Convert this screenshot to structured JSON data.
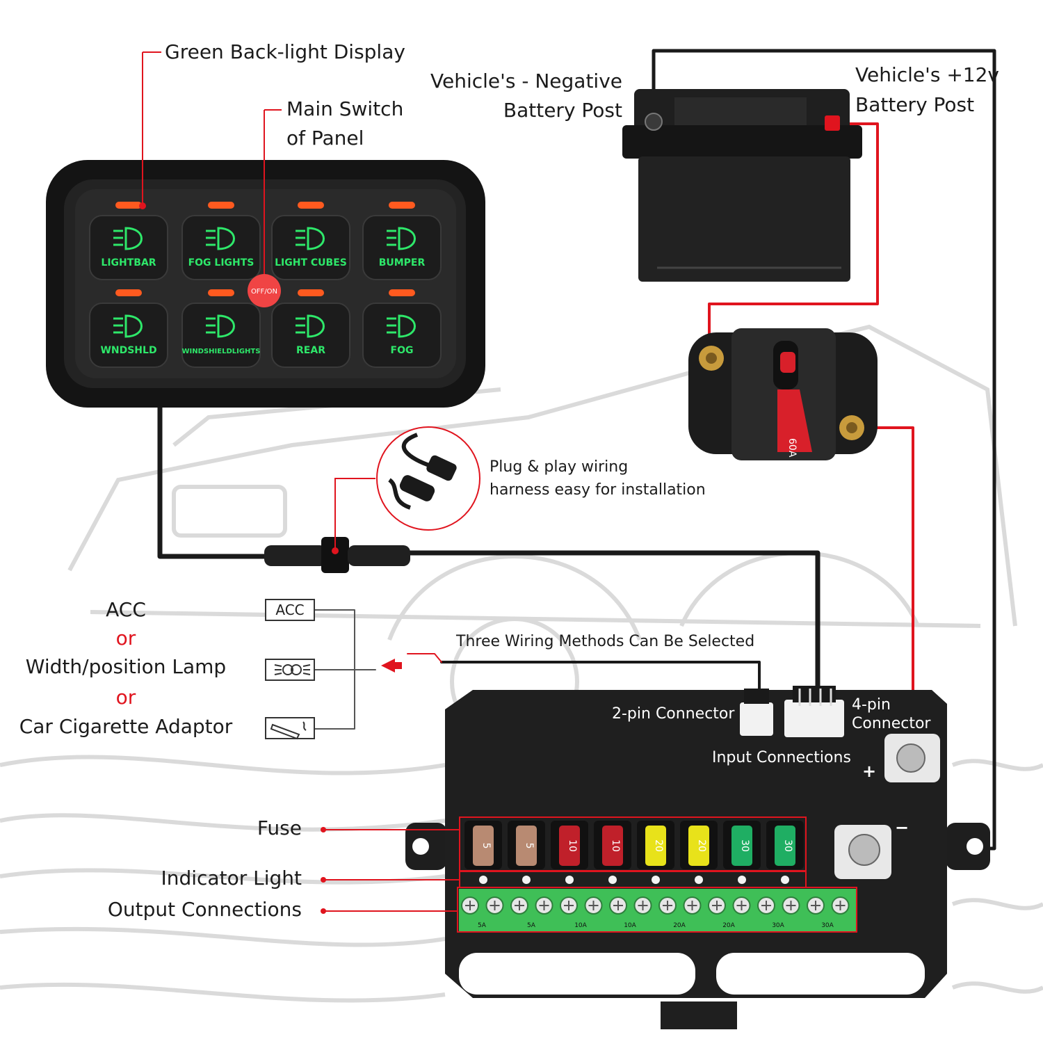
{
  "callouts": {
    "green_backlight": "Green Back-light Display",
    "main_switch_line1": "Main Switch",
    "main_switch_line2": "of Panel",
    "negative_post_line1": "Vehicle's - Negative",
    "negative_post_line2": "Battery Post",
    "positive_post_line1": "Vehicle's +12v",
    "positive_post_line2": "Battery Post",
    "plug_play_line1": "Plug & play wiring",
    "plug_play_line2": "harness easy for installation",
    "three_wiring": "Three Wiring Methods Can Be Selected",
    "two_pin": "2-pin Connector",
    "four_pin_line1": "4-pin",
    "four_pin_line2": "Connector",
    "input_connections": "Input Connections",
    "fuse": "Fuse",
    "indicator_light": "Indicator Light",
    "output_connections": "Output Connections"
  },
  "input_options": {
    "acc": "ACC",
    "or1": "or",
    "width_lamp": "Width/position Lamp",
    "or2": "or",
    "cigarette": "Car Cigarette Adaptor",
    "acc_box": "ACC",
    "lamp_icon": "parking-lamp-icon",
    "cigarette_icon": "cigarette-lighter-icon"
  },
  "panel": {
    "main_switch": "OFF/ON",
    "buttons": [
      {
        "label": "LIGHTBAR",
        "icon": "light-bar-icon"
      },
      {
        "label": "FOG LIGHTS",
        "icon": "fog-light-icon"
      },
      {
        "label": "LIGHT CUBES",
        "icon": "light-cubes-icon"
      },
      {
        "label": "BUMPER",
        "icon": "bumper-light-icon"
      },
      {
        "label": "WNDSHLD",
        "icon": "windshield-light-icon"
      },
      {
        "label": "WINDSHIELDLIGHTS",
        "icon": "windshield-lights-icon"
      },
      {
        "label": "REAR",
        "icon": "rear-light-icon"
      },
      {
        "label": "FOG",
        "icon": "fog-icon"
      }
    ],
    "led_color": "#ff5a1f",
    "backlight_color": "#2ee86a"
  },
  "breaker": {
    "rating": "60A"
  },
  "fuses": [
    {
      "label": "5",
      "color": "#b88a72"
    },
    {
      "label": "5",
      "color": "#b88a72"
    },
    {
      "label": "10",
      "color": "#c0202a"
    },
    {
      "label": "10",
      "color": "#c0202a"
    },
    {
      "label": "20",
      "color": "#e8e21a"
    },
    {
      "label": "20",
      "color": "#e8e21a"
    },
    {
      "label": "30",
      "color": "#1fae63"
    },
    {
      "label": "30",
      "color": "#1fae63"
    }
  ],
  "terminal_ratings": [
    "5A",
    "5A",
    "10A",
    "10A",
    "20A",
    "20A",
    "30A",
    "30A"
  ],
  "terminals": {
    "plus": "+",
    "minus": "−"
  },
  "colors": {
    "callout_red": "#e0141e",
    "wire_black": "#1a1a1a",
    "terminal_green": "#3fbf57"
  }
}
